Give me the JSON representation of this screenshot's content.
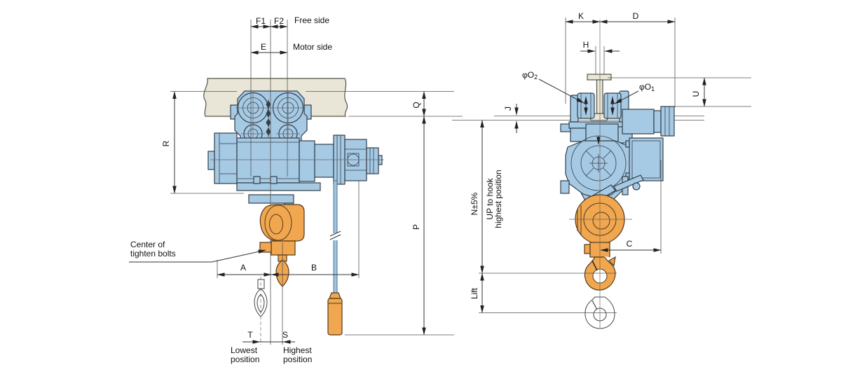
{
  "colors": {
    "body_blue": "#a6c9e4",
    "beam_beige": "#e9e6d8",
    "hook_orange": "#f0a750",
    "cable_blue": "#9cc6e6",
    "line_dark": "#333333"
  },
  "front_view": {
    "dim_labels": {
      "f1": "F1",
      "f2": "F2",
      "e": "E",
      "r": "R",
      "q": "Q",
      "p": "P",
      "a": "A",
      "b": "B",
      "t": "T",
      "s": "S"
    },
    "annotations": {
      "free_side": "Free side",
      "motor_side": "Motor side",
      "center_of_line1": "Center of",
      "center_of_line2": "tighten bolts",
      "lowest_line1": "Lowest",
      "lowest_line2": "position",
      "highest_line1": "Highest",
      "highest_line2": "position"
    }
  },
  "side_view": {
    "dim_labels": {
      "k": "K",
      "d": "D",
      "h": "H",
      "j": "J",
      "u": "U",
      "c": "C",
      "n": "N±5%",
      "lift": "Lift"
    },
    "annotations": {
      "up_to_hook_line1": "UP to hook",
      "up_to_hook_line2": "highest position"
    },
    "wheel_dia_labels": {
      "o2_base": "φO",
      "o2_sub": "2",
      "o1_base": "φO",
      "o1_sub": "1"
    }
  }
}
